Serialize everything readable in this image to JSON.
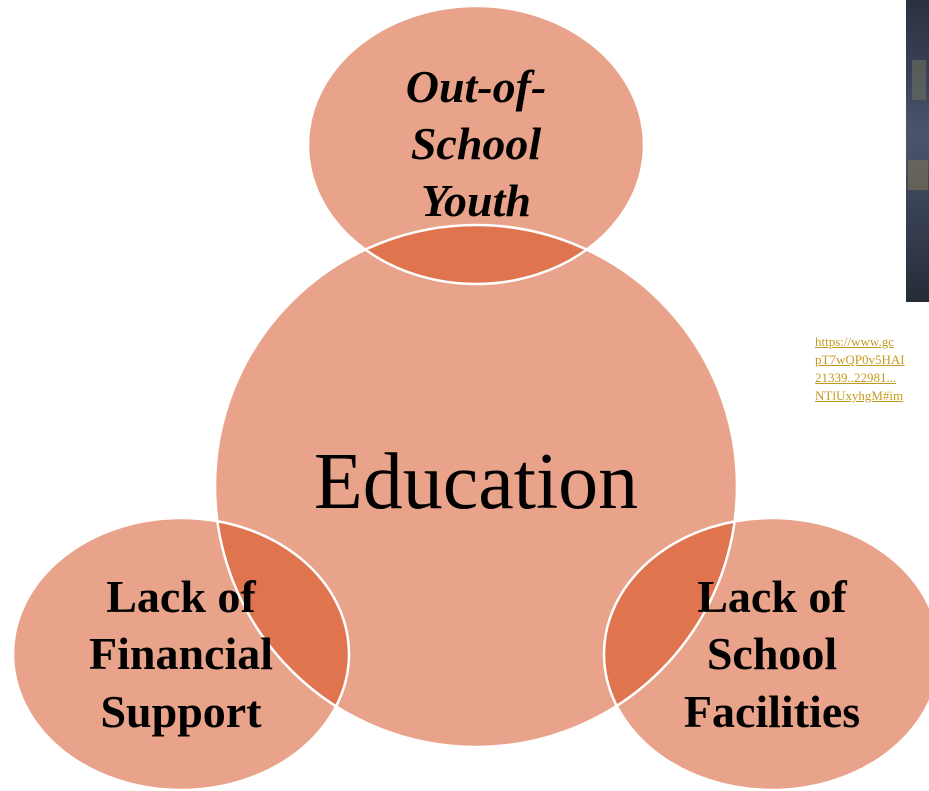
{
  "diagram": {
    "center": {
      "label": "Education"
    },
    "top": {
      "lines": [
        "Out-of-",
        "School",
        "Youth"
      ]
    },
    "bottom_left": {
      "lines": [
        "Lack of",
        "Financial",
        "Support"
      ]
    },
    "bottom_right": {
      "lines": [
        "Lack of",
        "School",
        "Facilities"
      ]
    }
  },
  "source_link": {
    "lines": [
      "https://www.gc",
      "pT7wQP0v5HAI",
      "21339..22981...",
      "NTlUxyhgM#im"
    ]
  },
  "colors": {
    "circle_fill": "#e8a38a",
    "overlap_fill": "#df744f",
    "outline": "#ffffff",
    "link": "#c49a1e"
  }
}
